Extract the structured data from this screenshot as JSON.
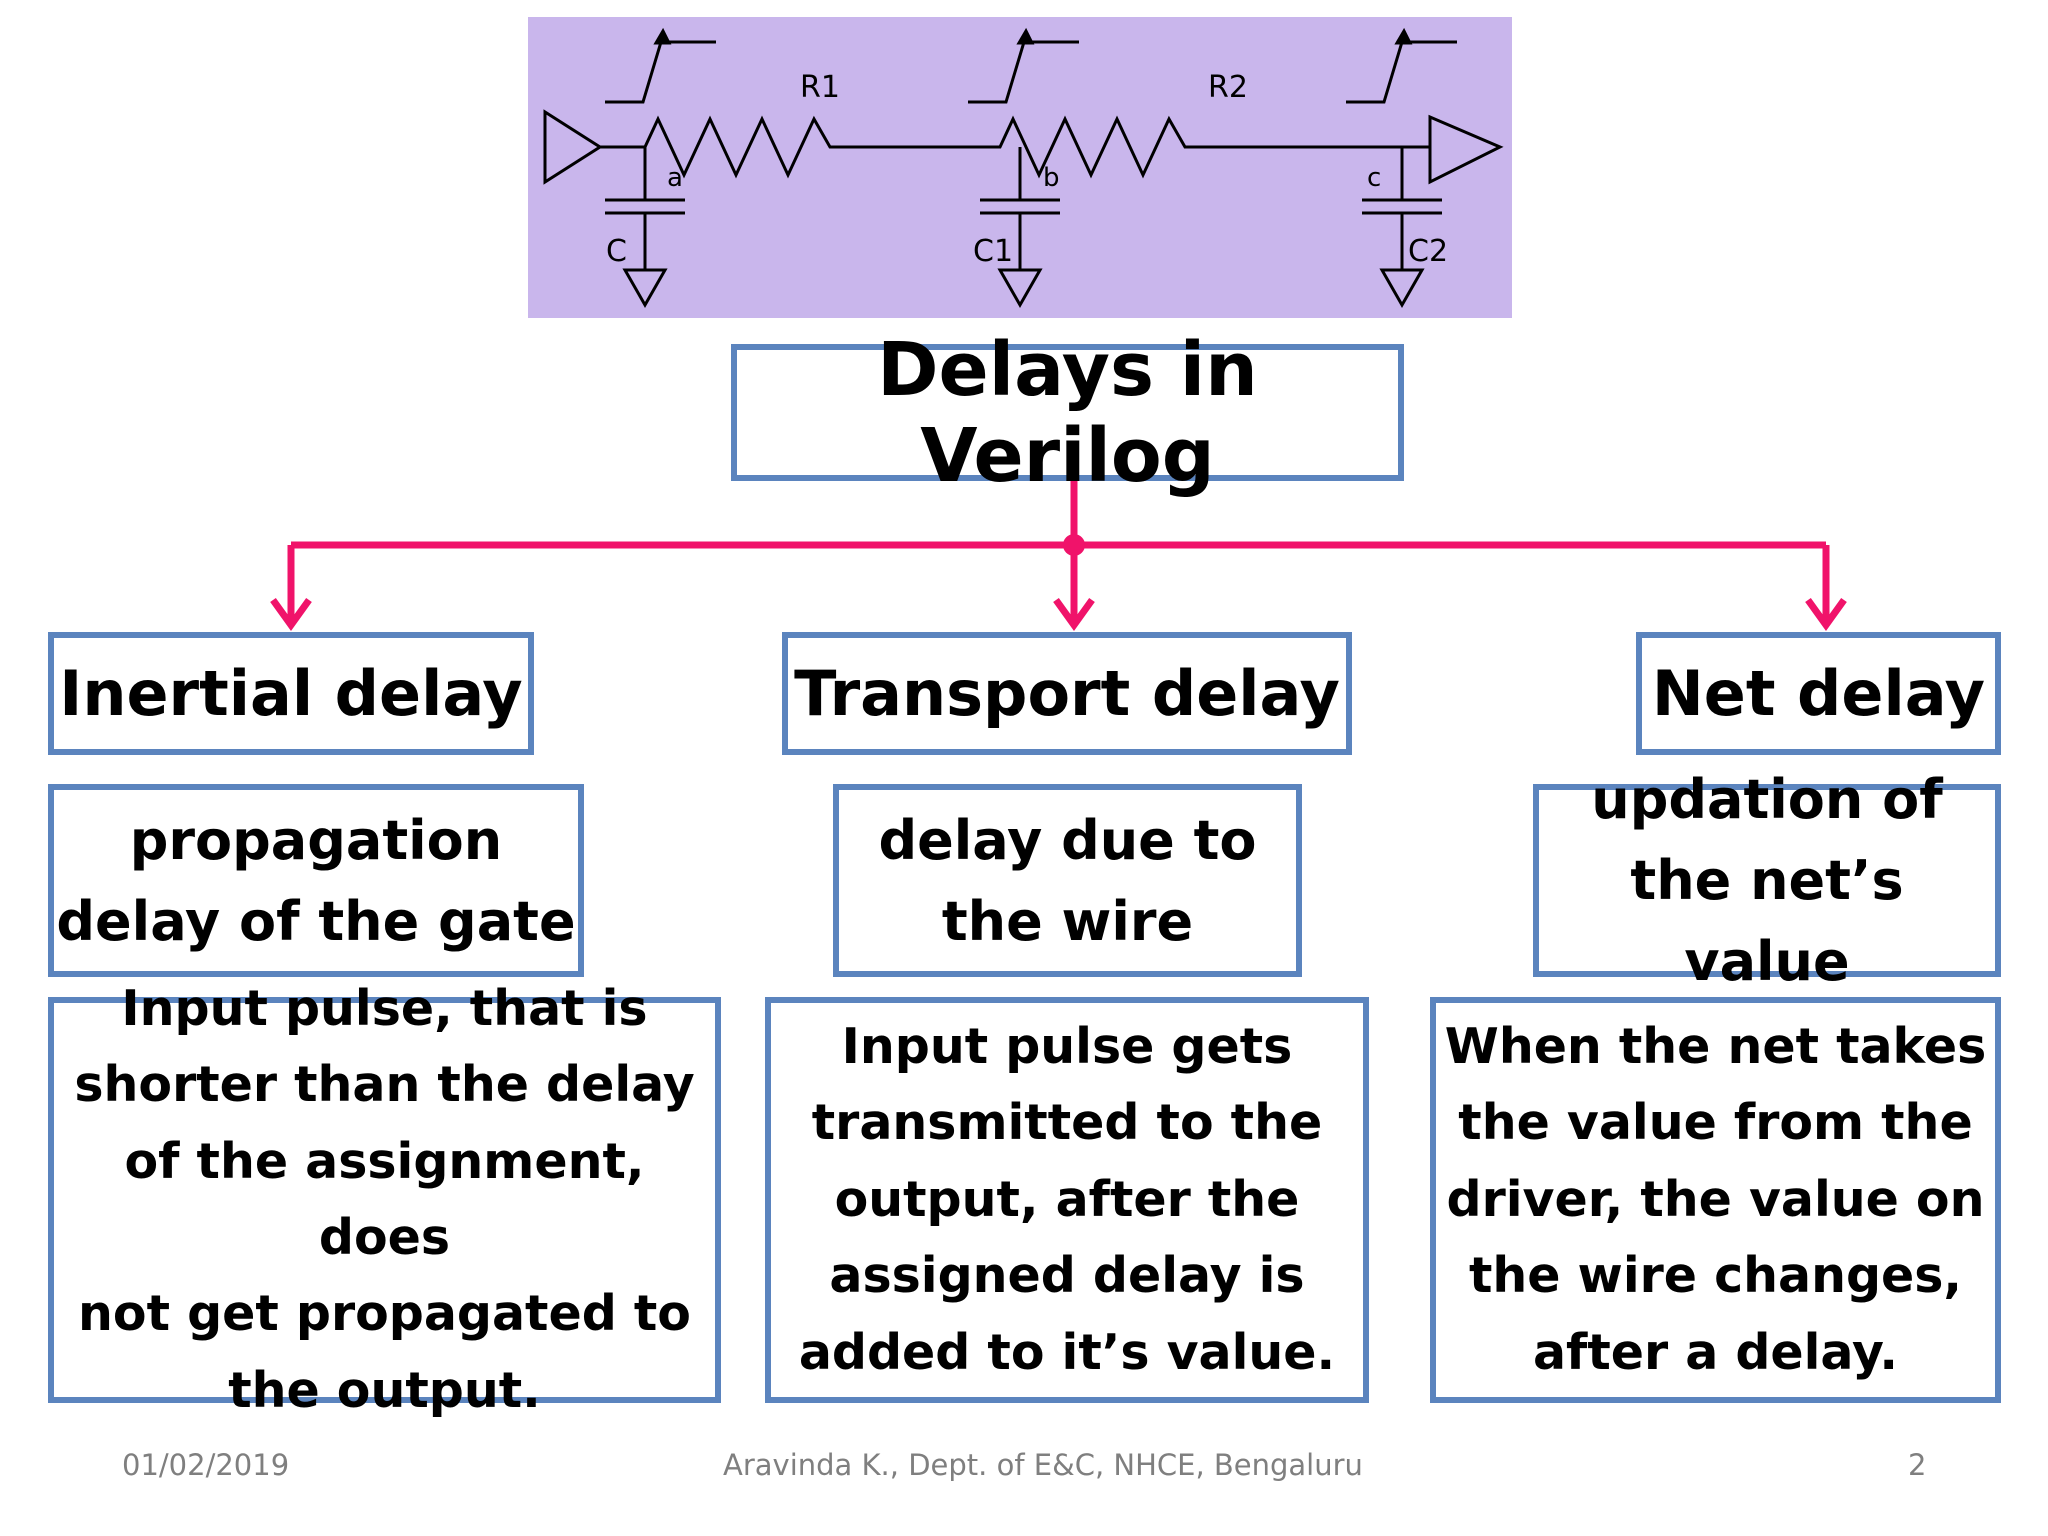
{
  "circuit": {
    "labels": {
      "r1": "R1",
      "r2": "R2",
      "node_a": "a",
      "node_b": "b",
      "node_c": "c",
      "cap_c": "C",
      "cap_c1": "C1",
      "cap_c2": "C2"
    },
    "colors": {
      "background": "#c9b6ec",
      "wire": "#000000"
    }
  },
  "title": "Delays in Verilog",
  "connector_color": "#f0136a",
  "box_border_color": "#5b84be",
  "branches": [
    {
      "heading": "Inertial delay",
      "definition_lines": [
        "propagation",
        "delay of the gate"
      ],
      "description_lines": [
        "Input pulse, that is",
        "shorter than the delay",
        "of the assignment, does",
        "not get propagated to",
        "the output."
      ]
    },
    {
      "heading": "Transport delay",
      "definition_lines": [
        "delay due to",
        "the wire"
      ],
      "description_lines": [
        "Input pulse gets",
        "transmitted to the",
        "output, after the",
        "assigned delay is",
        "added to it’s value."
      ]
    },
    {
      "heading": "Net delay",
      "definition_lines": [
        "updation of",
        "the net’s value"
      ],
      "description_lines": [
        "When the net takes",
        "the value from the",
        "driver, the value on",
        "the wire changes,",
        "after a delay."
      ]
    }
  ],
  "footer": {
    "date": "01/02/2019",
    "author": "Aravinda K., Dept. of E&C, NHCE, Bengaluru",
    "page": "2"
  }
}
